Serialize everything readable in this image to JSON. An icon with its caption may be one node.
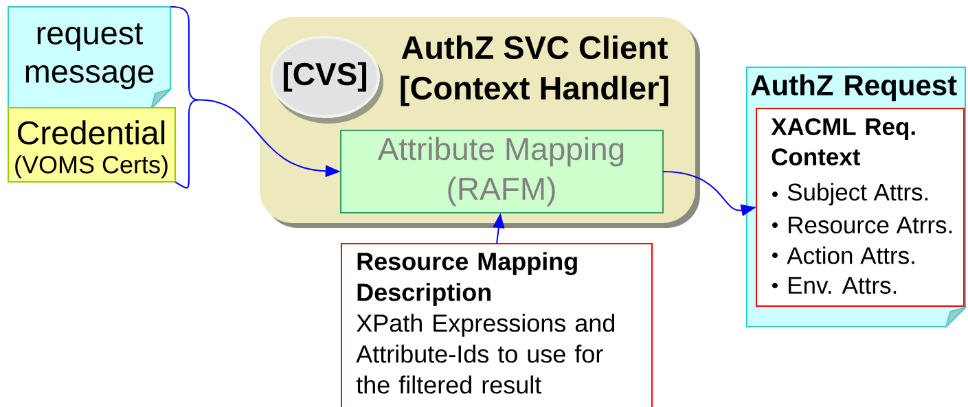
{
  "diagram": {
    "nodes": [
      {
        "text": [
          "request message"
        ]
      },
      {
        "text": [
          "Credential",
          "(VOMS Certs)"
        ]
      },
      {
        "text": [
          "AuthZ SVC Client [Context Handler]"
        ]
      },
      {
        "text": [
          "[CVS]"
        ],
        "in": 2
      },
      {
        "text": [
          "Attribute Mapping (RAFM)"
        ],
        "in": 2
      },
      {
        "text": [
          "Resource Mapping Description",
          "XPath Expressions and Attribute-Ids to use for the filtered result"
        ]
      },
      {
        "text": [
          "AuthZ Request"
        ]
      },
      {
        "text": [
          "XACML Req. Context",
          "Subject Attrs.",
          "Resource Atrrs.",
          "Action Attrs.",
          "Env. Attrs."
        ],
        "in": 6
      }
    ],
    "edges": [
      {
        "from": 0,
        "to": 4,
        "arrow": "to"
      },
      {
        "from": 1,
        "to": 4,
        "arrow": "to"
      },
      {
        "from": 4,
        "to": 7,
        "arrow": "to"
      },
      {
        "from": 5,
        "to": 4,
        "arrow": "to"
      }
    ]
  }
}
